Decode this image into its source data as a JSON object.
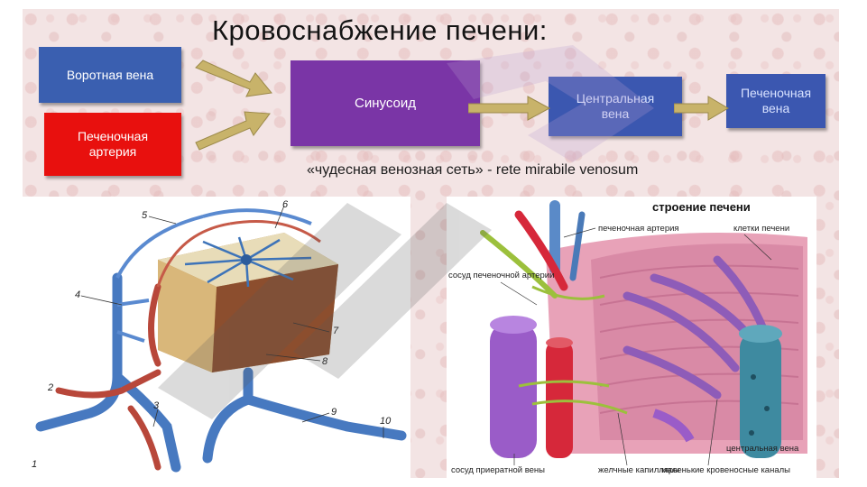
{
  "slide": {
    "title": "Кровоснабжение печени:",
    "subtitle": "«чудесная венозная сеть» - rete mirabile venosum",
    "boxes": {
      "portal_vein": "Воротная вена",
      "hepatic_artery": "Печеночная артерия",
      "sinusoid": "Синусоид",
      "central_vein": "Центральная вена",
      "hepatic_vein": "Печеночная вена"
    },
    "colors": {
      "portal_box": "#3a5fb0",
      "artery_box": "#e8100e",
      "sinusoid_box": "#7a35a6",
      "vein_box": "#3b57b0",
      "arrow": "#c8b36a"
    }
  },
  "left_figure": {
    "numbers": [
      "1",
      "2",
      "3",
      "4",
      "5",
      "6",
      "7",
      "8",
      "9",
      "10"
    ]
  },
  "right_figure": {
    "title": "строение печени",
    "labels": {
      "hepatic_artery": "печеночная артерия",
      "liver_cells": "клетки печени",
      "artery_vessel": "сосуд печеночной артерии",
      "portal_vessel": "сосуд приератной вены",
      "bile_capillaries": "желчные капилляры",
      "small_channels": "маленькие кровеносные каналы",
      "central_vein": "центральная вена"
    }
  }
}
